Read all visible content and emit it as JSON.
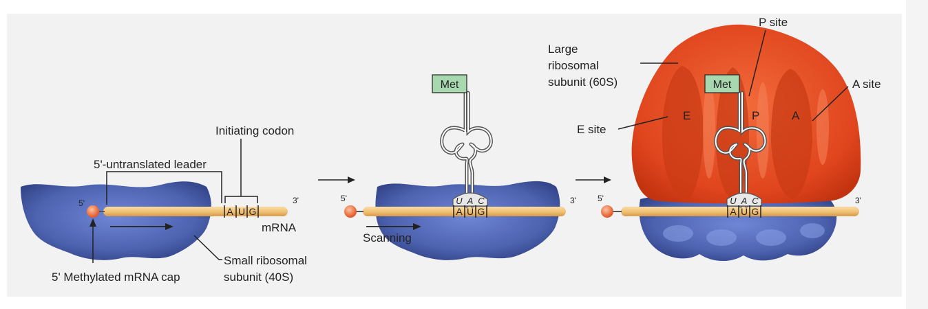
{
  "labels": {
    "initiating_codon": "Initiating codon",
    "leader": "5'-untranslated leader",
    "five_prime": "5'",
    "three_prime": "3'",
    "mrna": "mRNA",
    "cap": "5' Methylated mRNA cap",
    "small_subunit_1": "Small ribosomal",
    "small_subunit_2": "subunit (40S)",
    "scanning": "Scanning",
    "met": "Met",
    "large_subunit_1": "Large",
    "large_subunit_2": "ribosomal",
    "large_subunit_3": "subunit (60S)",
    "p_site": "P site",
    "a_site": "A site",
    "e_site": "E site",
    "e": "E",
    "p": "P",
    "a": "A"
  },
  "codon": [
    "A",
    "U",
    "G"
  ],
  "anticodon": [
    "U",
    "A",
    "C"
  ],
  "colors": {
    "small_subunit": "#4f67b4",
    "large_subunit": "#e24a22",
    "mrna": "#f0c27a",
    "cap": "#ee7a4e",
    "met_box": "#a8d8b0",
    "panel": "#f2f2f2"
  }
}
